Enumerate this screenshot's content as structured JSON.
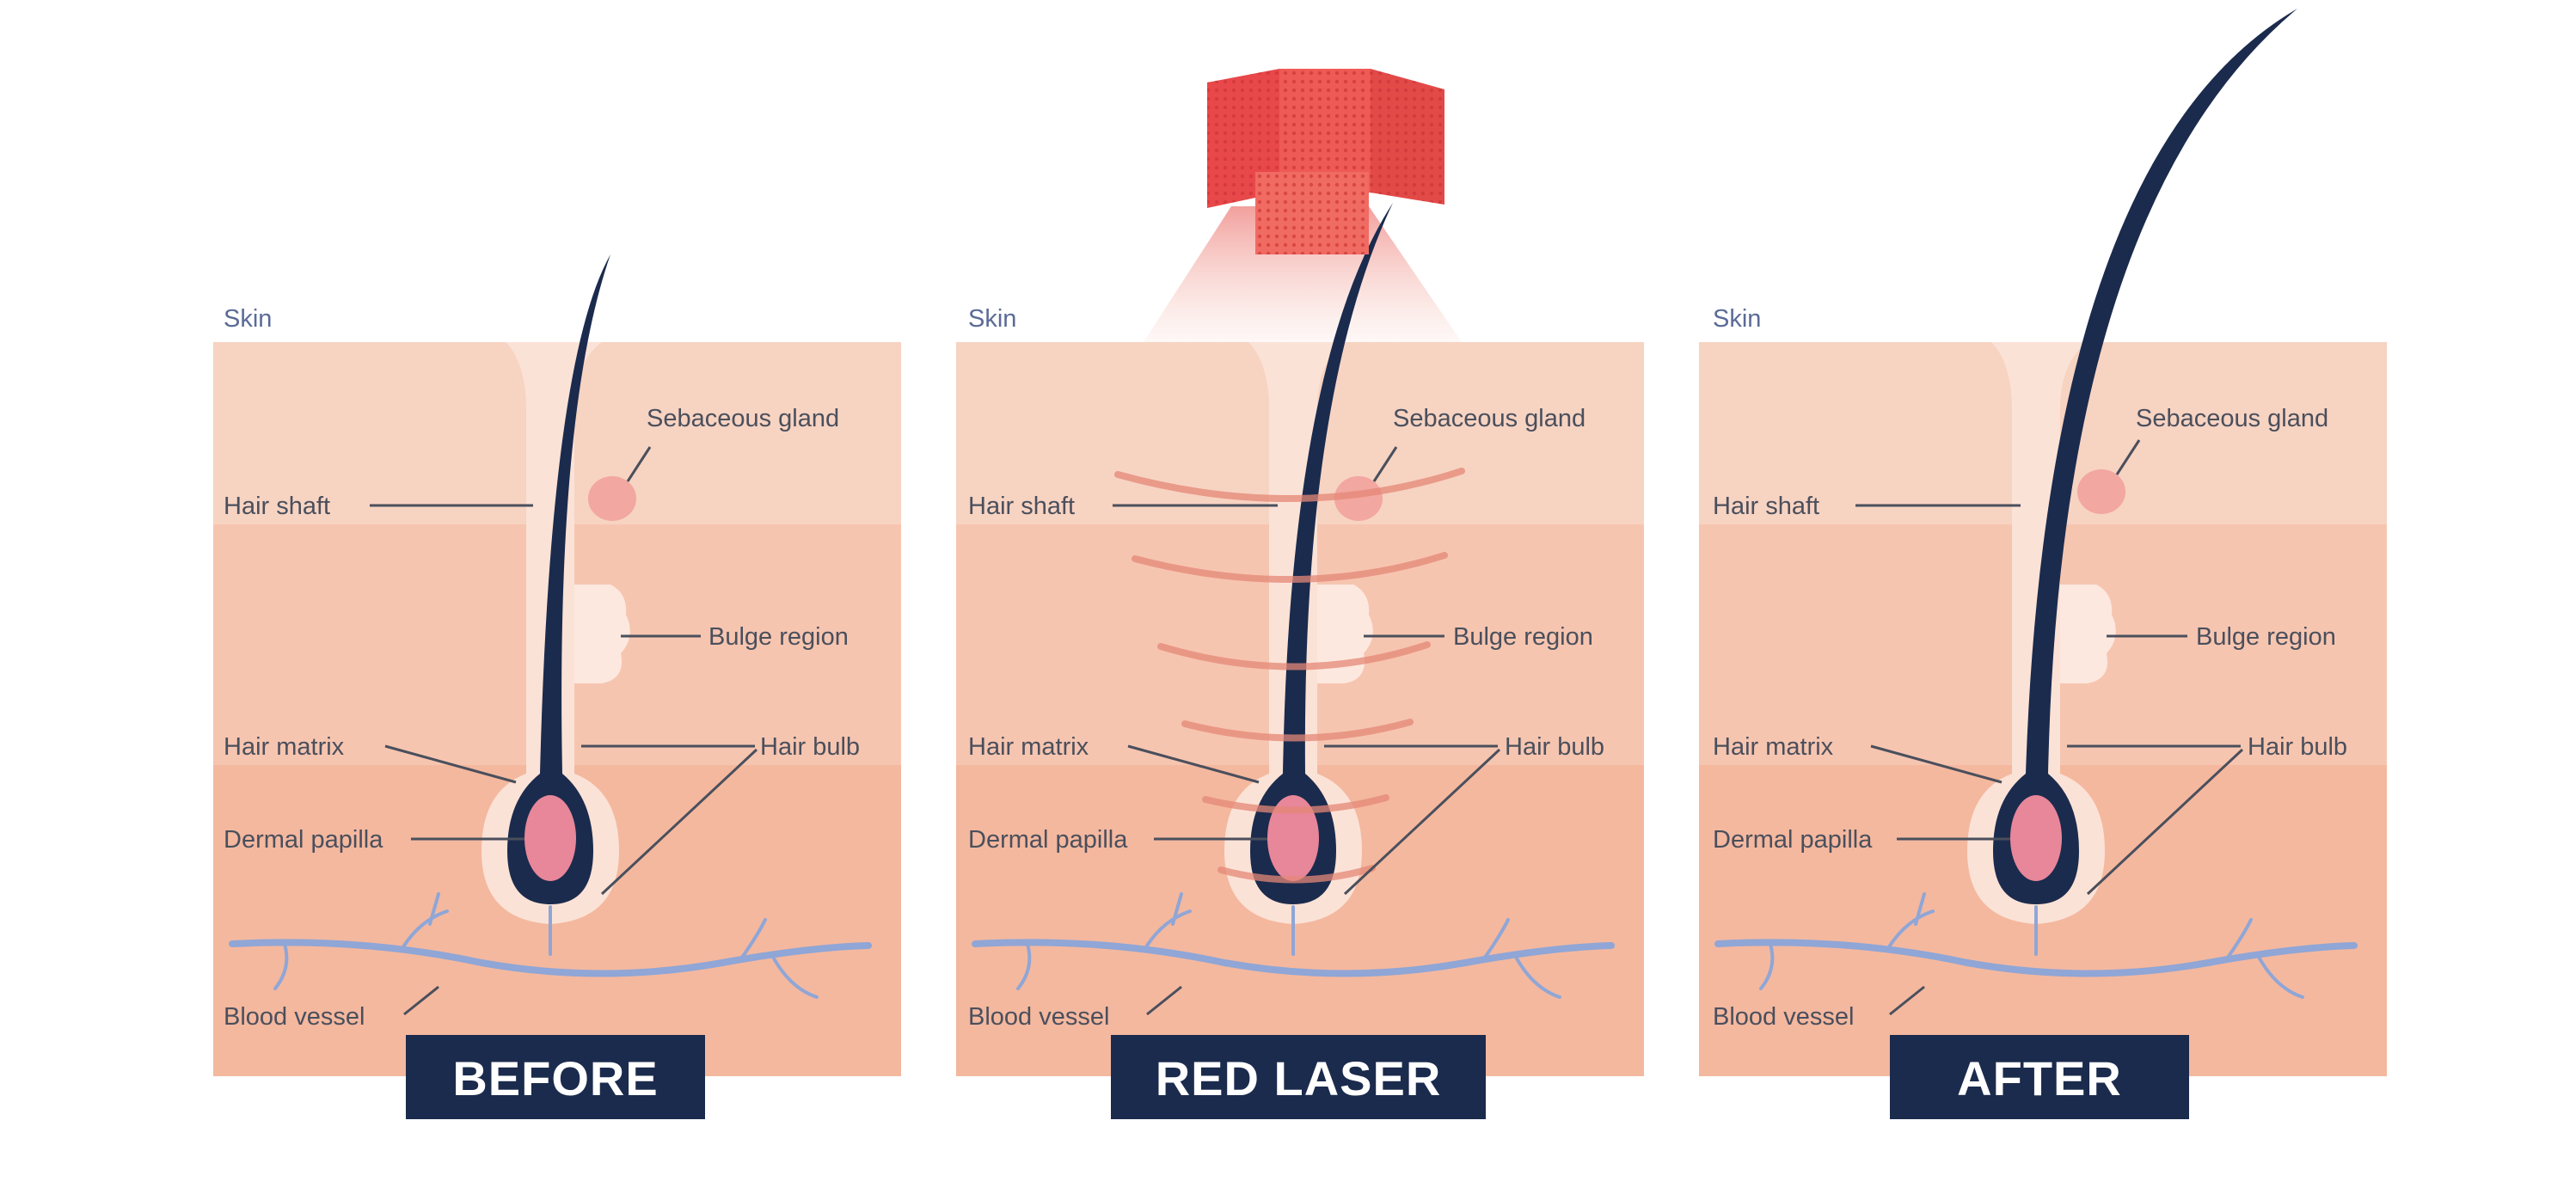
{
  "colors": {
    "navy": "#1b2b4d",
    "skin_top": "#f7d3c2",
    "skin_mid": "#f6c5b0",
    "skin_deep": "#f4b89f",
    "gland": "#f2a7a0",
    "bulge": "#fde8df",
    "papilla": "#e8869a",
    "vessel": "#8fa6d6",
    "laser": "#e8484a",
    "laser_glow": "#f4a7a2"
  },
  "panels": [
    {
      "badge": "BEFORE",
      "labels": {
        "skin": "Skin",
        "sebaceous_gland": "Sebaceous gland",
        "hair_shaft": "Hair shaft",
        "bulge_region": "Bulge region",
        "hair_matrix": "Hair matrix",
        "hair_bulb": "Hair bulb",
        "dermal_papilla": "Dermal papilla",
        "blood_vessel": "Blood vessel"
      }
    },
    {
      "badge": "RED LASER",
      "labels": {
        "skin": "Skin",
        "sebaceous_gland": "Sebaceous gland",
        "hair_shaft": "Hair shaft",
        "bulge_region": "Bulge region",
        "hair_matrix": "Hair matrix",
        "hair_bulb": "Hair bulb",
        "dermal_papilla": "Dermal papilla",
        "blood_vessel": "Blood vessel"
      }
    },
    {
      "badge": "AFTER",
      "labels": {
        "skin": "Skin",
        "sebaceous_gland": "Sebaceous gland",
        "hair_shaft": "Hair shaft",
        "bulge_region": "Bulge region",
        "hair_matrix": "Hair matrix",
        "hair_bulb": "Hair bulb",
        "dermal_papilla": "Dermal papilla",
        "blood_vessel": "Blood vessel"
      }
    }
  ],
  "icons": {
    "laser_device": "red-laser-panel-icon"
  }
}
